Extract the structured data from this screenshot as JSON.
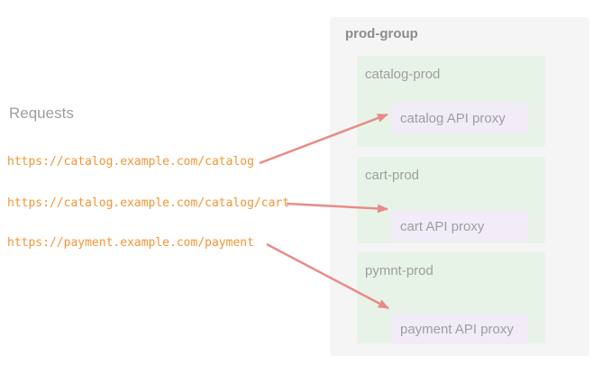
{
  "requests": {
    "heading": "Requests",
    "urls": [
      "https://catalog.example.com/catalog",
      "https://catalog.example.com/catalog/cart",
      "https://payment.example.com/payment"
    ]
  },
  "group": {
    "title": "prod-group",
    "environments": [
      {
        "name": "catalog-prod",
        "proxy_label": "catalog API proxy"
      },
      {
        "name": "cart-prod",
        "proxy_label": "cart API proxy"
      },
      {
        "name": "pymnt-prod",
        "proxy_label": "payment API proxy"
      }
    ]
  },
  "colors": {
    "group_bg": "#f5f5f5",
    "env_bg": "#e8f3e8",
    "proxy_bg": "#f2ebf8",
    "arrow": "#e88b88",
    "url_text": "#f29635",
    "label_text": "#9e9e9e",
    "title_text": "#8c8c8c"
  }
}
